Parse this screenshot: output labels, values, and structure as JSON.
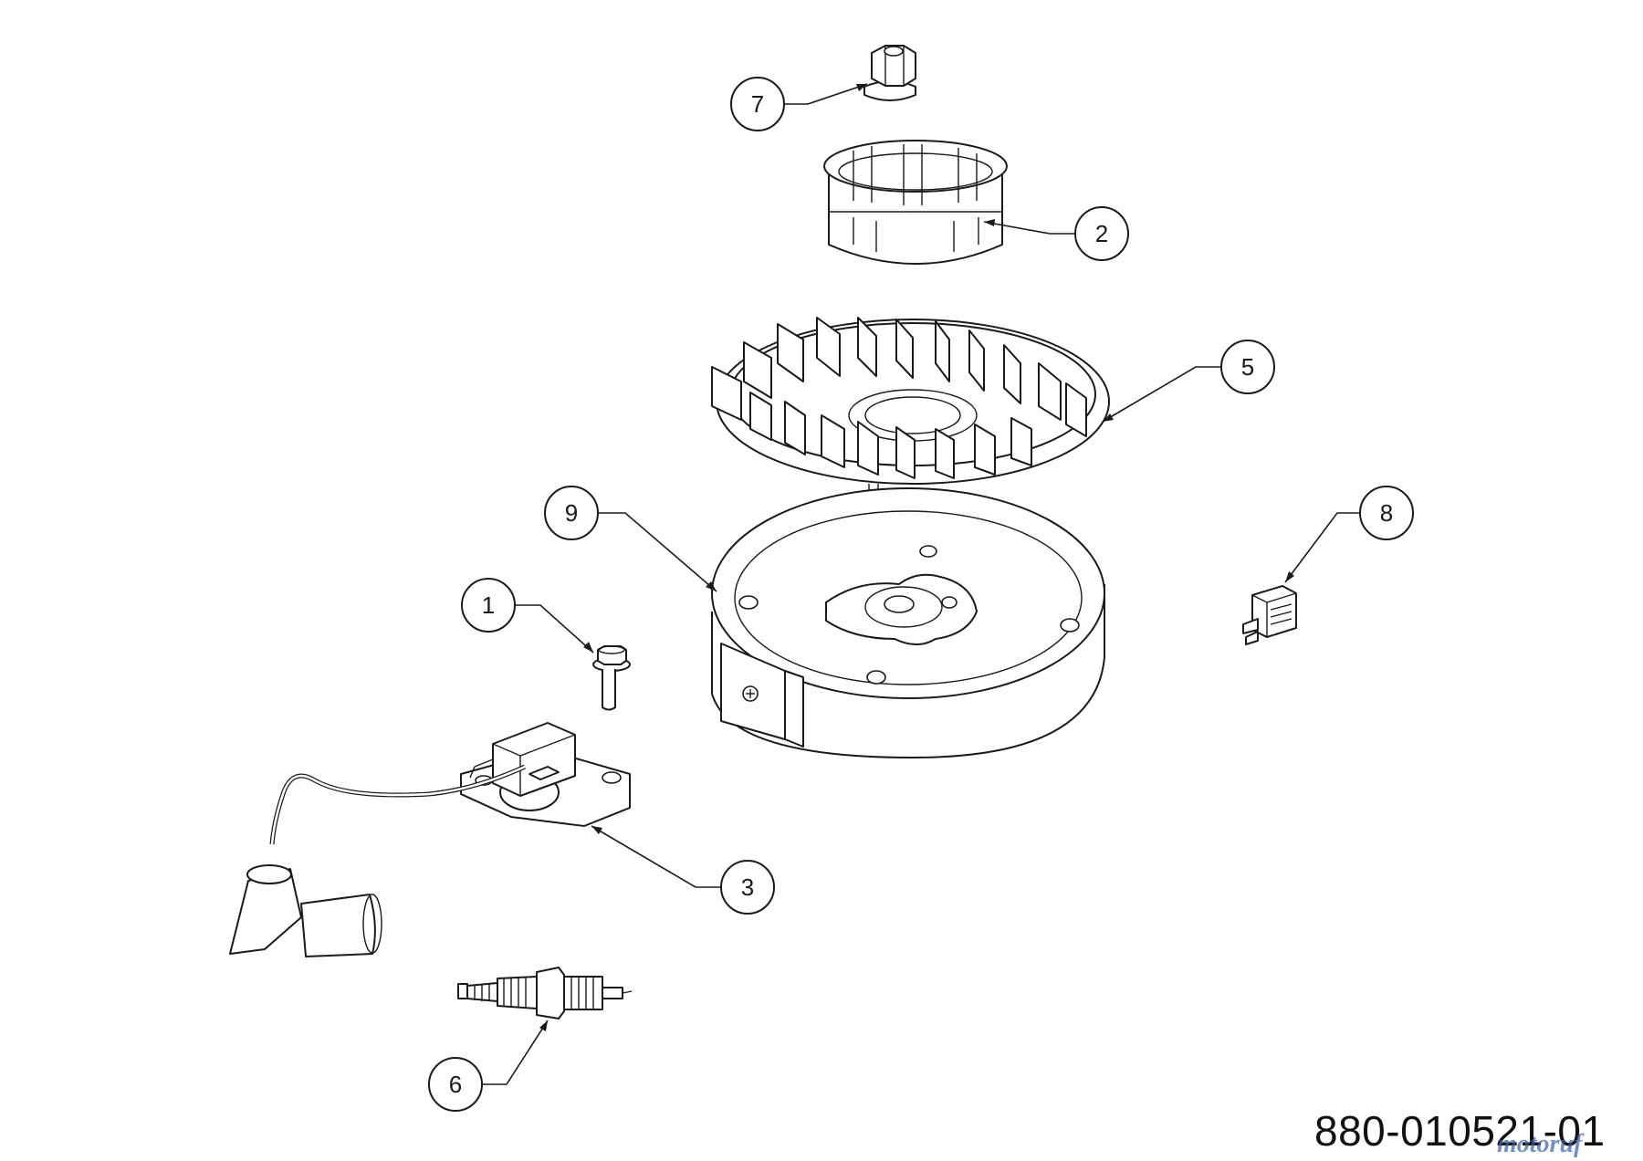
{
  "drawing_number": "880-010521-01",
  "watermark": "motoruf",
  "colors": {
    "line": "#1a1a1a",
    "background": "#ffffff",
    "watermark": "#3a5fa8"
  },
  "callouts": [
    {
      "label": "7",
      "part": "flywheel-nut"
    },
    {
      "label": "2",
      "part": "starter-cup"
    },
    {
      "label": "5",
      "part": "fan-impeller"
    },
    {
      "label": "9",
      "part": "flywheel"
    },
    {
      "label": "8",
      "part": "stop-switch"
    },
    {
      "label": "1",
      "part": "flange-bolt"
    },
    {
      "label": "3",
      "part": "ignition-coil"
    },
    {
      "label": "6",
      "part": "spark-plug"
    }
  ]
}
